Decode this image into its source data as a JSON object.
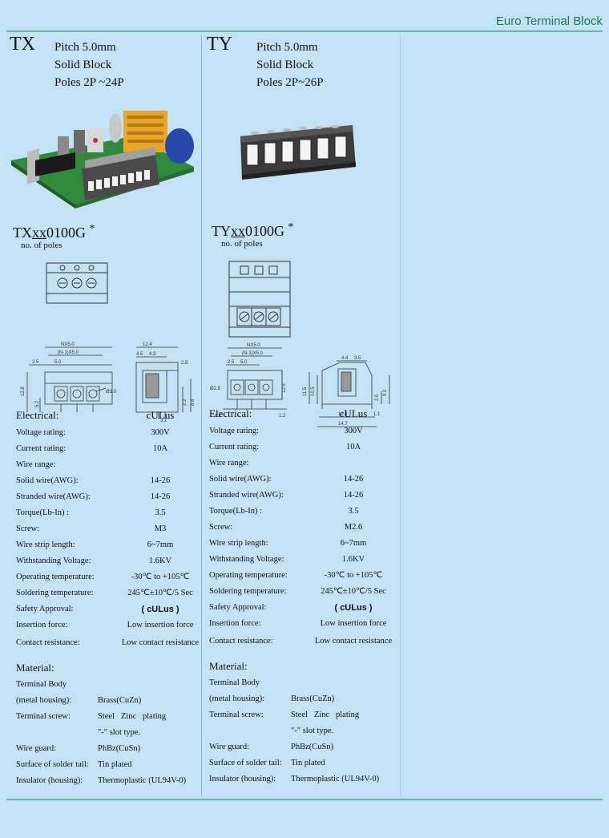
{
  "header": {
    "title": "Euro Terminal Block"
  },
  "columns": [
    {
      "series": "TX",
      "specs": [
        "Pitch 5.0mm",
        "Solid Block",
        "Poles 2P ~24P"
      ],
      "partno_prefix": "TX",
      "partno_xx": "xx",
      "partno_suffix": "0100G",
      "asterisk": "*",
      "poles_note": "no. of poles",
      "dims": {
        "top_a": "NX5.0",
        "top_b": "(N-1)X5.0",
        "w1": "2.5",
        "w2": "5.0",
        "h1": "12.8",
        "h2": "5.2",
        "hole": "Ø3.0",
        "side_w": "12.4",
        "s1": "4.5",
        "s2": "4.3",
        "s3": "2.8",
        "s4": "2.2",
        "s5": "8.8",
        "s6": "3.1"
      },
      "electrical": {
        "title": "Electrical:",
        "standard": "cULus",
        "rows": [
          {
            "k": "Voltage rating:",
            "v": "300V"
          },
          {
            "k": "Current rating:",
            "v": "10A"
          },
          {
            "k": "Wire range:",
            "v": ""
          },
          {
            "k": "Solid wire(AWG):",
            "v": "14-26"
          },
          {
            "k": "Stranded wire(AWG):",
            "v": "14-26"
          },
          {
            "k": "Torque(Lb-In) :",
            "v": "3.5"
          },
          {
            "k": "Screw:",
            "v": "M3"
          },
          {
            "k": "Wire strip length:",
            "v": "6~7mm"
          },
          {
            "k": "Withstanding Voltage:",
            "v": "1.6KV"
          },
          {
            "k": "Operating temperature:",
            "v": "-30℃ to +105℃"
          },
          {
            "k": "Soldering temperature:",
            "v": "245℃±10℃/5 Sec"
          },
          {
            "k": "Safety Approval:",
            "v": "( cULus )"
          },
          {
            "k": "Insertion force:",
            "v": "Low insertion force"
          },
          {
            "k": "Contact resistance:",
            "v": "Low contact resistance"
          }
        ]
      },
      "material": {
        "title": "Material:",
        "rows": [
          {
            "k": "Terminal Body",
            "v": ""
          },
          {
            "k": "(metal housing):",
            "v": "Brass(CuZn)"
          },
          {
            "k": "Terminal screw:",
            "v": "Steel   Zinc   plating"
          },
          {
            "k": "",
            "v": "\"-\" slot type."
          },
          {
            "k": "Wire guard:",
            "v": "PhBz(CuSn)"
          },
          {
            "k": "Surface of solder tail:",
            "v": "Tin plated"
          },
          {
            "k": "Insulator (housing):",
            "v": "Thermoplastic (UL94V-0)"
          }
        ]
      }
    },
    {
      "series": "TY",
      "specs": [
        "Pitch 5.0mm",
        "Solid Block",
        "Poles 2P~26P"
      ],
      "partno_prefix": "TY",
      "partno_xx": "xx",
      "partno_suffix": "0100G",
      "asterisk": "*",
      "poles_note": "no. of poles",
      "dims": {
        "top_a": "NX5.0",
        "top_b": "(N-1)X5.0",
        "w1": "2.5",
        "w2": "5.0",
        "h1": "12.5",
        "hole": "Ø2.8",
        "b1": "1.2",
        "b2": "1.2",
        "s1": "4.4",
        "s2": "3.5",
        "h2": "11.5",
        "h3": "10.5",
        "h4": "2.0",
        "h5": "9.0",
        "s3": "1.1",
        "side_w1": "12.4",
        "side_w2": "14.7"
      },
      "electrical": {
        "title": "Electrical:",
        "standard": "cULus",
        "rows": [
          {
            "k": "Voltage rating:",
            "v": "300V"
          },
          {
            "k": "Current rating:",
            "v": "10A"
          },
          {
            "k": "Wire range:",
            "v": ""
          },
          {
            "k": "Solid wire(AWG):",
            "v": "14-26"
          },
          {
            "k": "Stranded wire(AWG):",
            "v": "14-26"
          },
          {
            "k": "Torque(Lb-In) :",
            "v": "3.5"
          },
          {
            "k": "Screw:",
            "v": "M2.6"
          },
          {
            "k": "Wire strip length:",
            "v": "6~7mm"
          },
          {
            "k": "Withstanding Voltage:",
            "v": "1.6KV"
          },
          {
            "k": "Operating temperature:",
            "v": "-30℃ to +105℃"
          },
          {
            "k": "Soldering temperature:",
            "v": "245℃±10℃/5 Sec"
          },
          {
            "k": "Safety Approval:",
            "v": "( cULus )"
          },
          {
            "k": "Insertion force:",
            "v": "Low insertion force"
          },
          {
            "k": "Contact resistance:",
            "v": "Low contact resistance"
          }
        ]
      },
      "material": {
        "title": "Material:",
        "rows": [
          {
            "k": "Terminal Body",
            "v": ""
          },
          {
            "k": "(metal housing):",
            "v": "Brass(CuZn)"
          },
          {
            "k": "Terminal screw:",
            "v": "Steel   Zinc   plating"
          },
          {
            "k": "",
            "v": "\"-\" slot type."
          },
          {
            "k": "Wire guard:",
            "v": "PhBz(CuSn)"
          },
          {
            "k": "Surface of solder tail:",
            "v": "Tin plated"
          },
          {
            "k": "Insulator (housing):",
            "v": "Thermoplastic (UL94V-0)"
          }
        ]
      }
    }
  ]
}
